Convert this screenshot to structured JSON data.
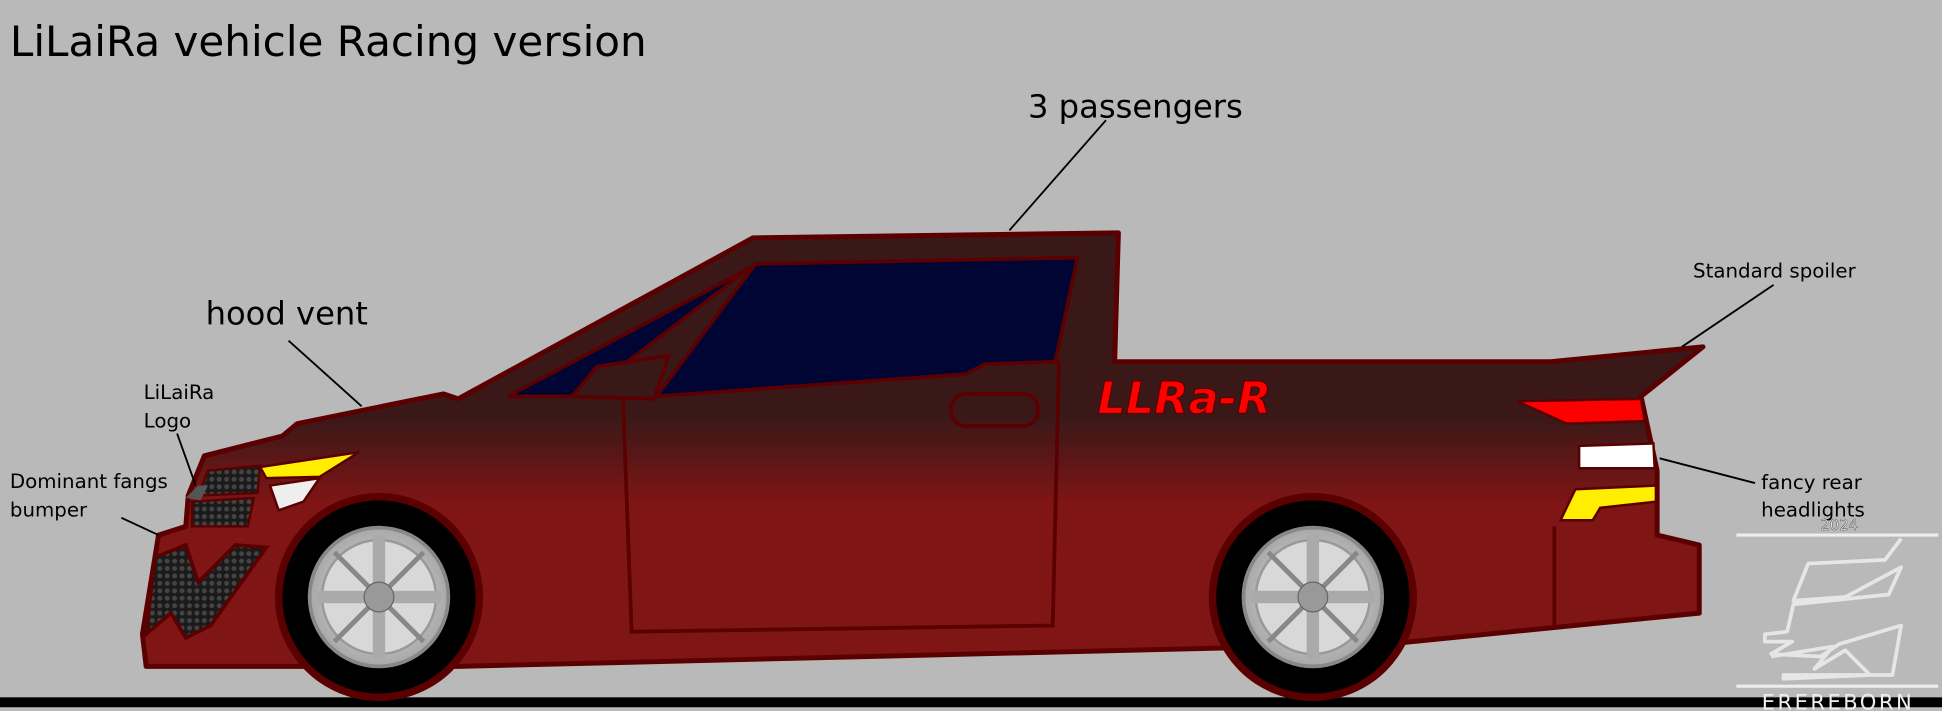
{
  "title": "LiLaiRa vehicle Racing version",
  "annotations": {
    "passengers": "3 passengers",
    "hood_vent": "hood vent",
    "logo_line1": "LiLaiRa",
    "logo_line2": "Logo",
    "fangs_line1": "Dominant fangs",
    "fangs_line2": "bumper",
    "spoiler": "Standard spoiler",
    "rear_line1": "fancy rear",
    "rear_line2": "headlights"
  },
  "decal": "LLRa-R",
  "signature": {
    "year": "2024",
    "name": "EREREBORN"
  },
  "colors": {
    "background": "#b9b9b9",
    "body_top": "#3a1818",
    "body_bottom": "#801515",
    "outline": "#5a0000",
    "window": "#000533",
    "headlight": "#ffee00",
    "taillight": "#ff0000"
  }
}
